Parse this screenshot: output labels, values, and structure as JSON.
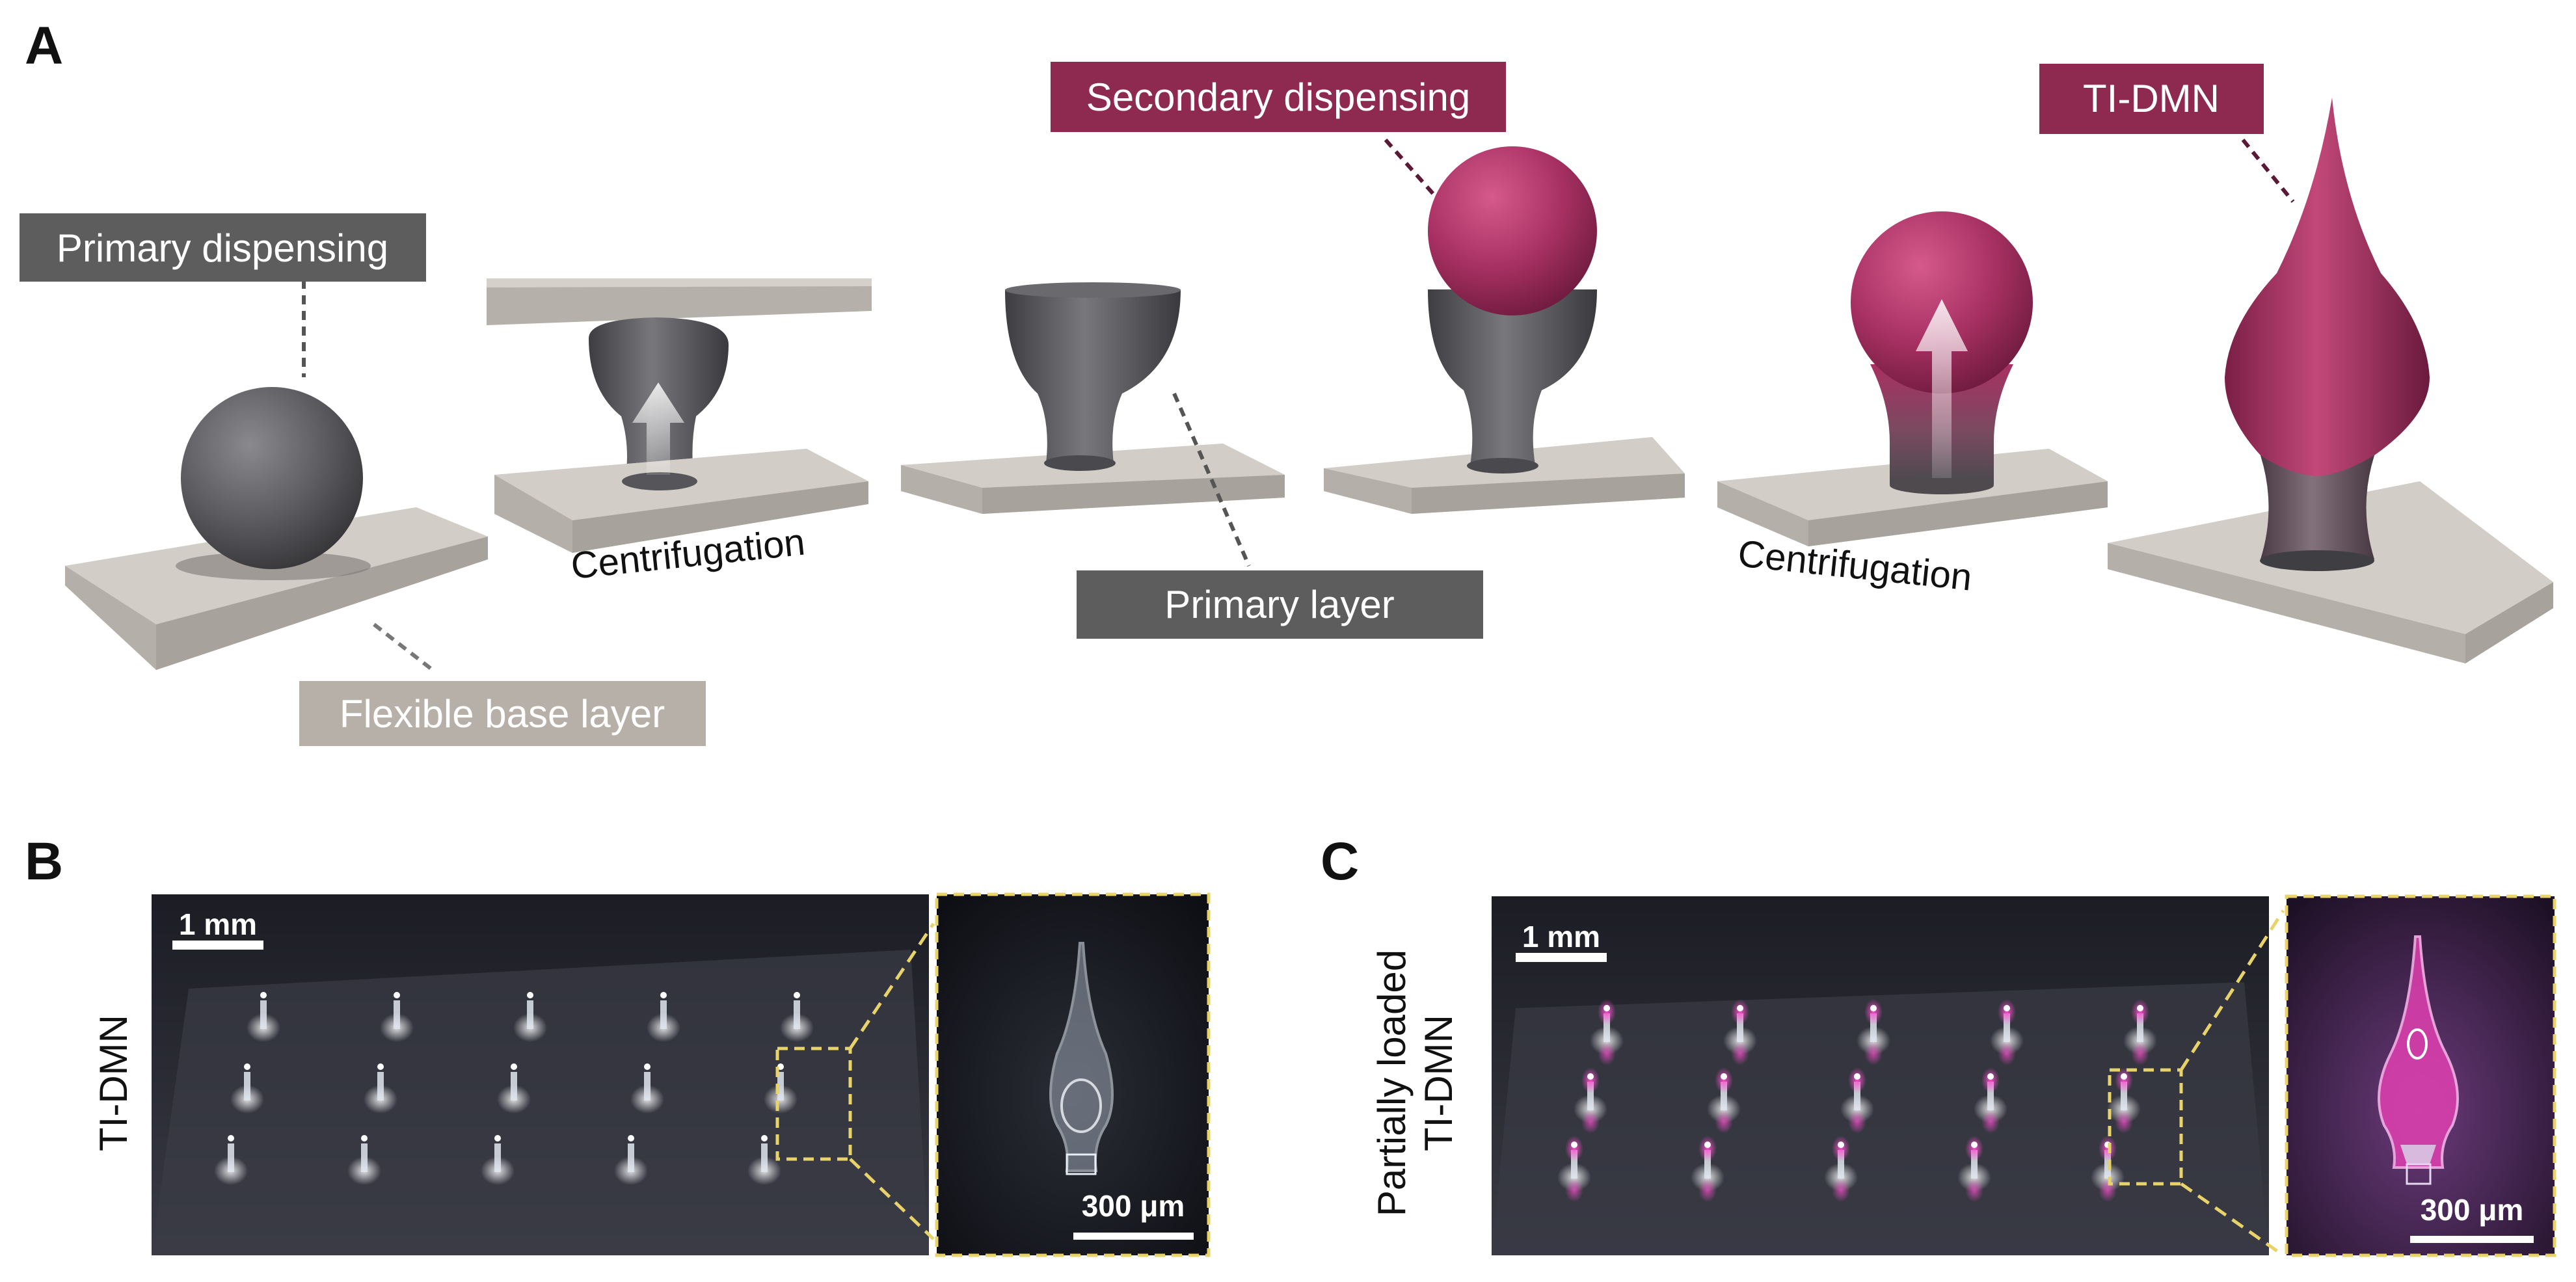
{
  "panel_a": {
    "letter": "A",
    "labels": {
      "primary_dispensing": "Primary dispensing",
      "flexible_base_layer": "Flexible base layer",
      "centrifugation_1": "Centrifugation",
      "primary_layer": "Primary layer",
      "secondary_dispensing": "Secondary dispensing",
      "centrifugation_2": "Centrifugation",
      "ti_dmn": "TI-DMN"
    },
    "colors": {
      "primary_label_bg": "#5d5d5d",
      "base_label_bg": "#b7b0a8",
      "secondary_label_bg": "#8e2a4f",
      "gray_material": "#5c5c60",
      "magenta_material": "#a83163",
      "base_plate": "#c2bcb6"
    }
  },
  "panel_b": {
    "letter": "B",
    "side_label": "TI-DMN",
    "scale_main": "1 mm",
    "scale_inset": "300 μm"
  },
  "panel_c": {
    "letter": "C",
    "side_label_line1": "Partially loaded",
    "side_label_line2": "TI-DMN",
    "scale_main": "1 mm",
    "scale_inset": "300 μm"
  }
}
